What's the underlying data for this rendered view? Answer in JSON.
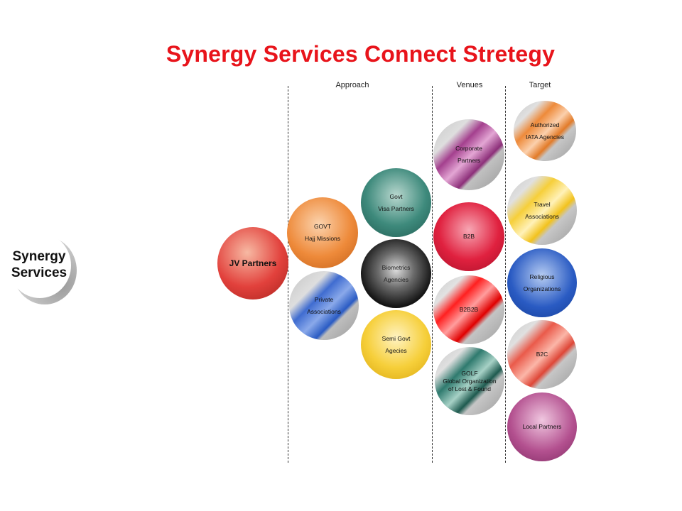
{
  "title": "Synergy Services Connect Stretegy",
  "brand": {
    "line1": "Synergy",
    "line2": "Services"
  },
  "columns": {
    "approach": "Approach",
    "venues": "Venues",
    "target": "Target"
  },
  "nodes": {
    "jv_partners": "JV Partners",
    "govt_hajj": {
      "line1": "GOVT",
      "line2": "Hajj Missions"
    },
    "private_assoc": {
      "line1": "Private",
      "line2": "Associations"
    },
    "govt_visa": {
      "line1": "Govt",
      "line2": "Visa Partners"
    },
    "biometrics": {
      "line1": "Biometrics",
      "line2": "Agencies"
    },
    "semi_govt": {
      "line1": "Semi Govt",
      "line2": "Agecies"
    },
    "corporate": {
      "line1": "Corporate",
      "line2": "Partners"
    },
    "b2b": "B2B",
    "b2b2b": "B2B2B",
    "golf": {
      "line1": "GOLF",
      "line2": "Global Organization",
      "line3": "of Lost & Found"
    },
    "iata": {
      "line1": "Authorized",
      "line2": "IATA Agencies"
    },
    "travel": {
      "line1": "Travel",
      "line2": "Associations"
    },
    "religious": {
      "line1": "Religious",
      "line2": "Organizations"
    },
    "b2c": "B2C",
    "local": "Local Partners"
  },
  "colors": {
    "title": "#e8141b",
    "red": "#e2413c",
    "orange": "#ee8a3a",
    "teal": "#2f7a6e",
    "black": "#111111",
    "yellow": "#f6cf3a",
    "purple": "#a4408e",
    "crimson": "#e0213f",
    "blue": "#2a5bc3",
    "salmon": "#ea5a4a",
    "mauve": "#b3508f",
    "gray": "#a9a9a9"
  }
}
